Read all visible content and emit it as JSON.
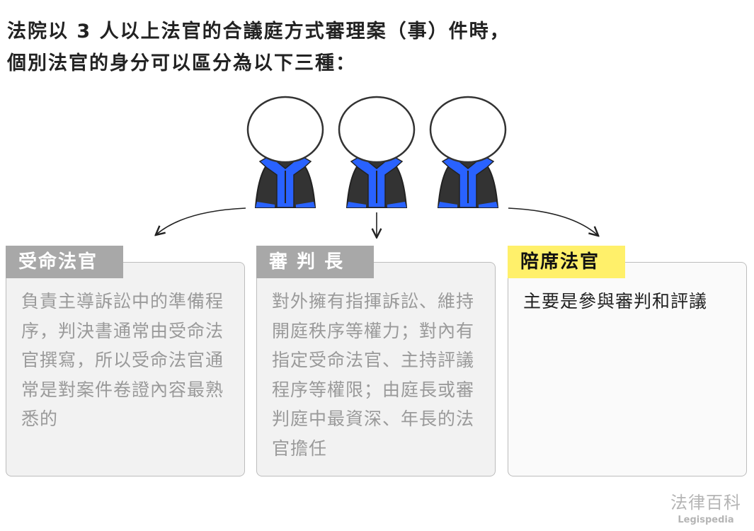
{
  "title": {
    "line1": "法院以 3 人以上法官的合議庭方式審理案（事）件時，",
    "line2": "個別法官的身分可以區分為以下三種："
  },
  "roles": [
    {
      "label": "受命法官",
      "description": "負責主導訴訟中的準備程序，判決書通常由受命法官撰寫，所以受命法官通常是對案件卷證內容最熟悉的"
    },
    {
      "label": "審 判 長",
      "description": "對外擁有指揮訴訟、維持開庭秩序等權力；對內有指定受命法官、主持評議程序等權限；由庭長或審判庭中最資深、年長的法官擔任"
    },
    {
      "label": "陪席法官",
      "description": "主要是參與審判和評議"
    }
  ],
  "logo": {
    "zh": "法律百科",
    "en": "Legispedia"
  },
  "colors": {
    "robe_blue": "#2962ff",
    "robe_dark": "#333333",
    "tab_gray": "#a8a8a8",
    "tab_yellow": "#fff06a"
  }
}
